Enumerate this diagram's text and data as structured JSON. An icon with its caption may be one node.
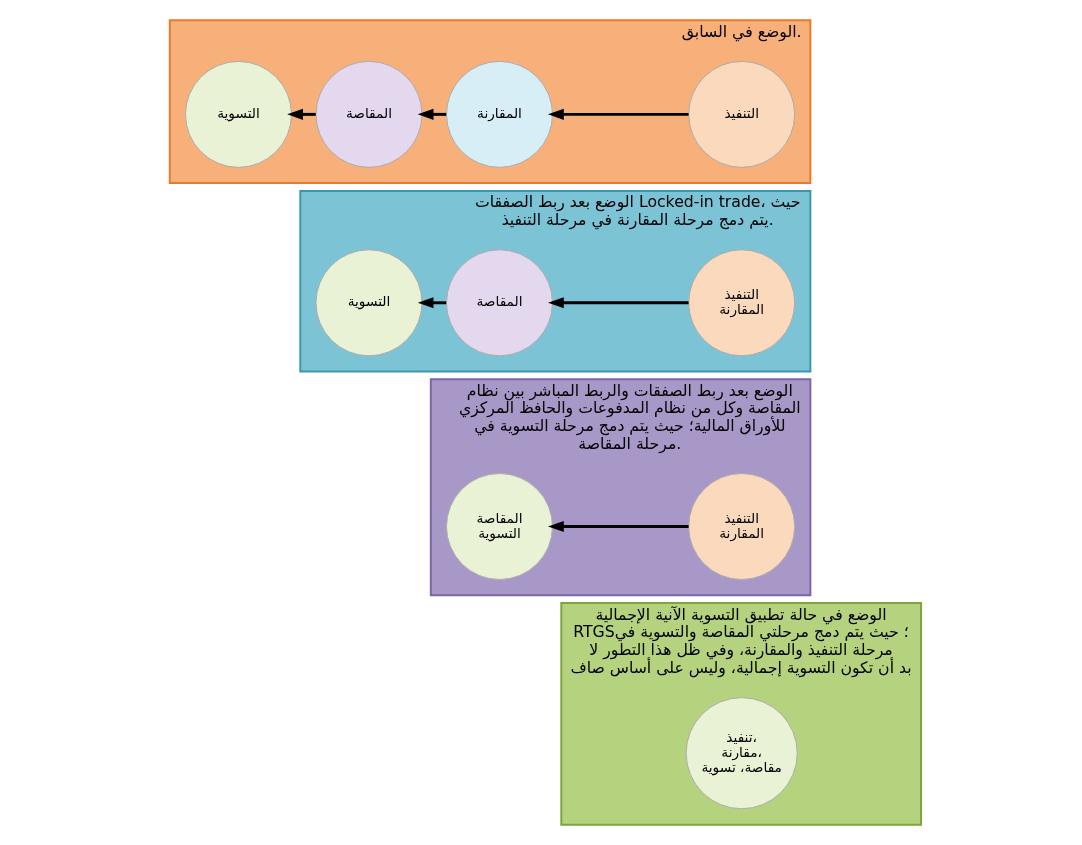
{
  "diagram": {
    "nodes": [
      {
        "text": [
          "الوضع في السابق."
        ]
      },
      {
        "text": [
          "التنفيذ"
        ],
        "in": 0
      },
      {
        "text": [
          "المقارنة"
        ],
        "in": 0
      },
      {
        "text": [
          "المقاصة"
        ],
        "in": 0
      },
      {
        "text": [
          "التسوية"
        ],
        "in": 0
      },
      {
        "text": [
          "الوضع بعد ربط الصفقات Locked-in trade، حيث يتم دمج مرحلة المقارنة في مرحلة التنفيذ."
        ]
      },
      {
        "text": [
          "التنفيذ المقارنة"
        ],
        "in": 5
      },
      {
        "text": [
          "المقاصة"
        ],
        "in": 5
      },
      {
        "text": [
          "التسوية"
        ],
        "in": 5
      },
      {
        "text": [
          "الوضع بعد ربط الصفقات والربط المباشر بين نظام المقاصة وكل من نظام المدفوعات والحافظ المركزي للأوراق المالية؛ حيث يتم دمج مرحلة التسوية في مرحلة المقاصة."
        ]
      },
      {
        "text": [
          "التنفيذ المقارنة"
        ],
        "in": 9
      },
      {
        "text": [
          "المقاصة التسوية"
        ],
        "in": 9
      },
      {
        "text": [
          "الوضع في حالة تطبيق التسوية الآنية الإجمالية RTGS؛ حيث يتم دمج مرحلتي المقاصة والتسوية في مرحلة التنفيذ والمقارنة، وفي ظل هذا التطور لا بد أن تكون التسوية إجمالية، وليس على أساس صاف"
        ]
      },
      {
        "text": [
          "تنفيذ، مقارنة، مقاصة، تسوية"
        ],
        "in": 12
      }
    ],
    "edges": [
      {
        "from": 1,
        "to": 2,
        "arrow": "to"
      },
      {
        "from": 2,
        "to": 3,
        "arrow": "to"
      },
      {
        "from": 3,
        "to": 4,
        "arrow": "to"
      },
      {
        "from": 6,
        "to": 7,
        "arrow": "to"
      },
      {
        "from": 7,
        "to": 8,
        "arrow": "to"
      },
      {
        "from": 10,
        "to": 11,
        "arrow": "to"
      }
    ]
  }
}
